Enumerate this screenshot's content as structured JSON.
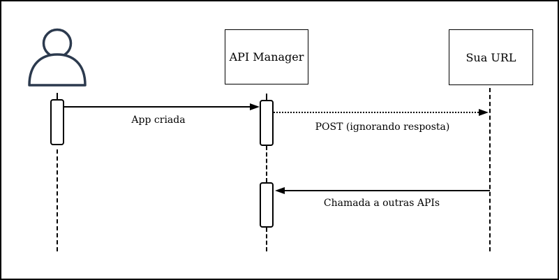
{
  "diagram": {
    "type": "sequence-diagram",
    "colors": {
      "background": "#ffffff",
      "line": "#000000",
      "actor": "#2c3a4e"
    },
    "participants": {
      "user": {
        "kind": "actor",
        "icon": "person-icon",
        "label": ""
      },
      "api_manager": {
        "kind": "lifeline-box",
        "label": "API Manager"
      },
      "sua_url": {
        "kind": "lifeline-box",
        "label": "Sua URL"
      }
    },
    "messages": [
      {
        "label": "App criada",
        "from": "user",
        "to": "api_manager",
        "line": "solid",
        "direction": "right"
      },
      {
        "label": "POST (ignorando resposta)",
        "from": "api_manager",
        "to": "sua_url",
        "line": "dotted",
        "direction": "right"
      },
      {
        "label": "Chamada a outras APIs",
        "from": "sua_url",
        "to": "api_manager",
        "line": "solid",
        "direction": "left"
      }
    ]
  }
}
